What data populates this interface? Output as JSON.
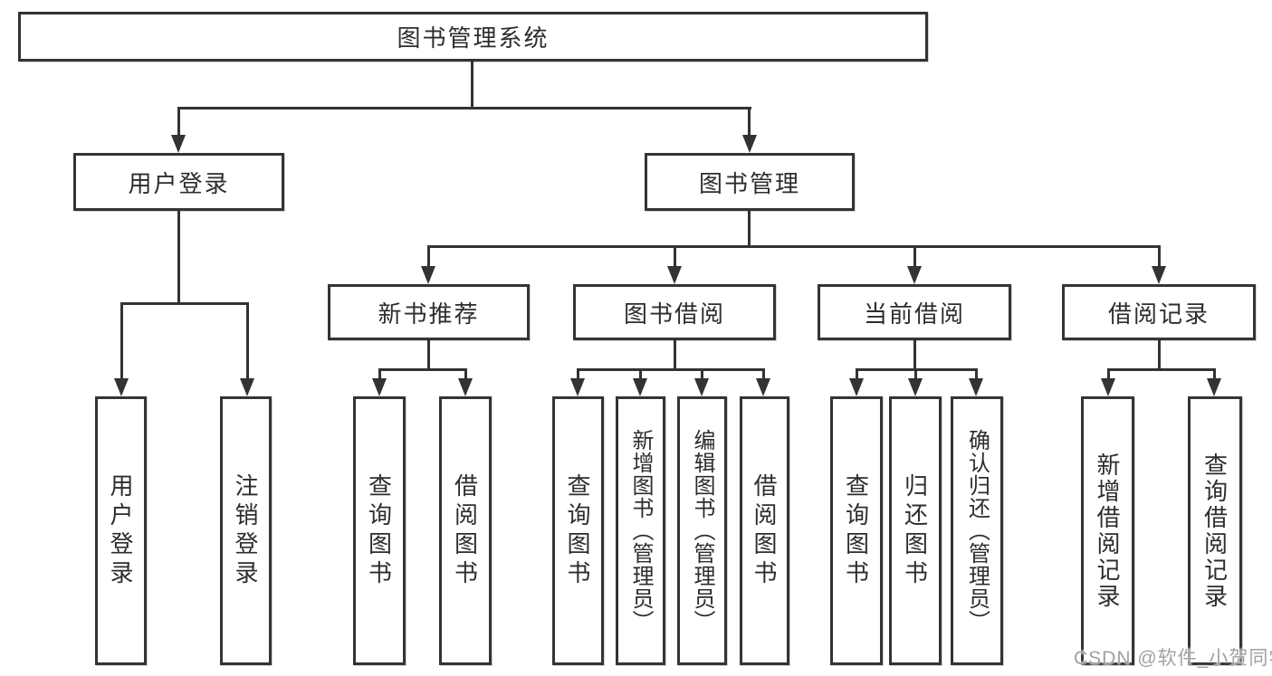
{
  "diagram": {
    "title": "图书管理系统",
    "root": "图书管理系统",
    "level2": [
      "用户登录",
      "图书管理"
    ],
    "level3": [
      "新书推荐",
      "图书借阅",
      "当前借阅",
      "借阅记录"
    ],
    "leaves": [
      "用户登录",
      "注销登录",
      "查询图书",
      "借阅图书",
      "查询图书",
      "新增图书（管理员）",
      "编辑图书（管理员）",
      "借阅图书",
      "查询图书",
      "归还图书",
      "确认归还（管理员）",
      "新增借阅记录",
      "查询借阅记录"
    ]
  },
  "watermark": "CSDN @软件_小贺同学",
  "colors": {
    "line": "#333333",
    "box_border": "#343434",
    "text": "#2d2d2d",
    "watermark": "#9da1a8",
    "background": "#ffffff"
  }
}
